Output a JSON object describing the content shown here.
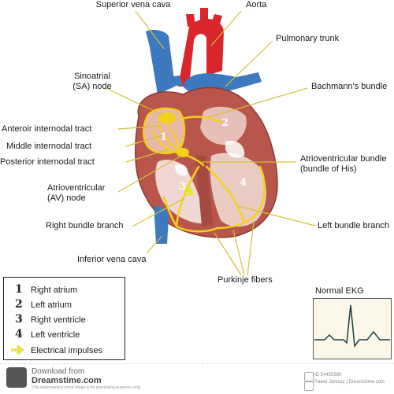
{
  "labels": {
    "superior_vena_cava": "Superior vena cava",
    "aorta": "Aorta",
    "pulmonary_trunk": "Pulmonary trunk",
    "sa_node_1": "Sinoatrial",
    "sa_node_2": "(SA) node",
    "bachmanns_bundle": "Bachmann's bundle",
    "anterior_internodal": "Anteroir internodal tract",
    "middle_internodal": "Middle internodal tract",
    "posterior_internodal": "Posterior internodal tract",
    "av_bundle_1": "Atrioventricular bundle",
    "av_bundle_2": "(bundle of His)",
    "av_node_1": "Atrioventricular",
    "av_node_2": "(AV) node",
    "right_bundle_branch": "Right bundle branch",
    "left_bundle_branch": "Left bundle branch",
    "inferior_vena_cava": "Inferior vena cava",
    "purkinje_fibers": "Purkinje fibers"
  },
  "chamber_numbers": [
    "1",
    "2",
    "3",
    "4"
  ],
  "legend": {
    "items": [
      {
        "num": "1",
        "text": "Right atrium"
      },
      {
        "num": "2",
        "text": "Left atrium"
      },
      {
        "num": "3",
        "text": "Right ventricle"
      },
      {
        "num": "4",
        "text": "Left ventricle"
      }
    ],
    "impulse_text": "Electrical impulses"
  },
  "ekg": {
    "title": "Normal EKG"
  },
  "footer": {
    "download_from": "Download from",
    "site": "Dreamstime.com",
    "small_note": "This watermarked comp image is for previewing purposes only.",
    "id": "ID 54455580",
    "credit": "Pawel Jaroszy | Dreamstime.com"
  },
  "colors": {
    "vein_blue": "#3c79bf",
    "artery_red": "#d9262c",
    "heart_muscle": "#b8564b",
    "conduction_yellow": "#f2d21b",
    "impulse_arrow": "#e6e62a"
  }
}
